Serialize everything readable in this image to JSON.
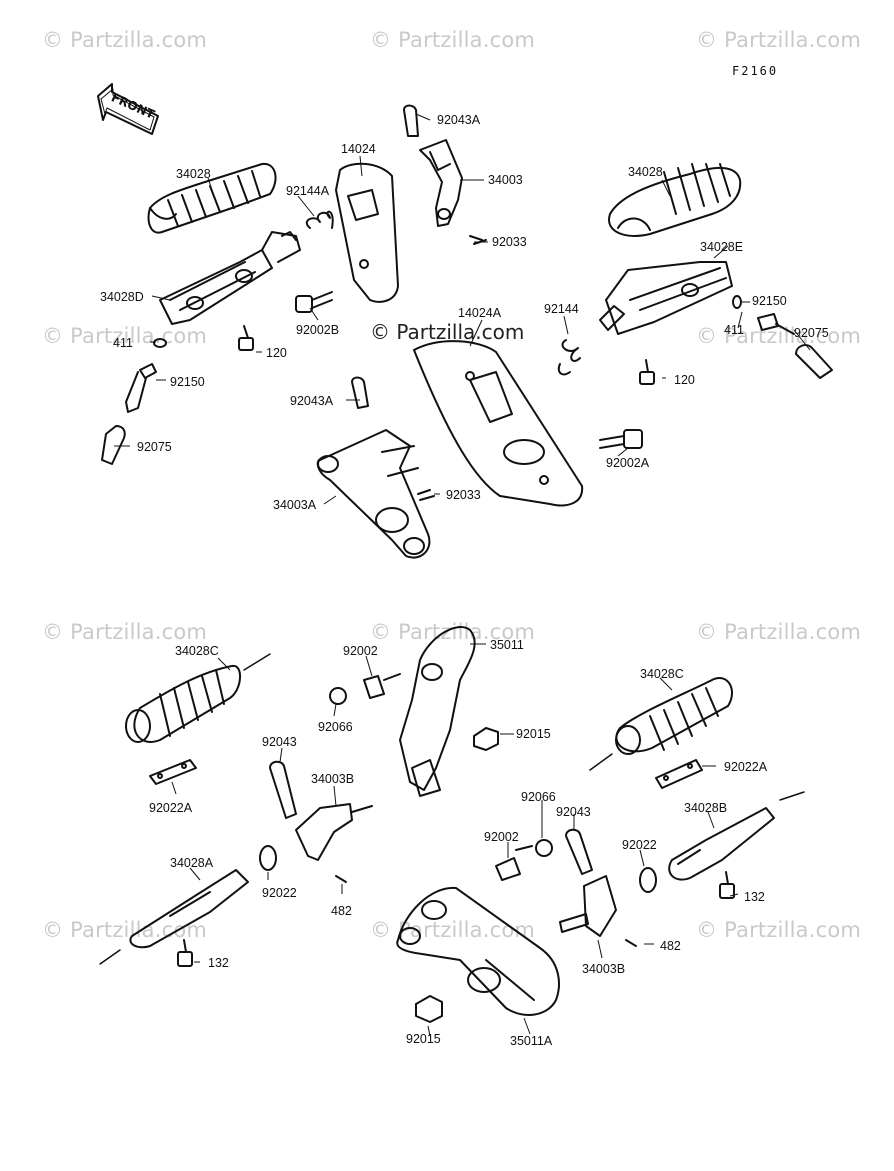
{
  "watermarks": [
    "© Partzilla.com",
    "© Partzilla.com",
    "© Partzilla.com",
    "© Partzilla.com",
    "© Partzilla.com",
    "© Partzilla.com",
    "© Partzilla.com",
    "© Partzilla.com",
    "© Partzilla.com",
    "© Partzilla.com",
    "© Partzilla.com"
  ],
  "center_watermark": "© Partzilla.com",
  "figure_code": "F2160",
  "front_label": "FRONT",
  "labels": {
    "l01": "92043A",
    "l02": "14024",
    "l03": "34003",
    "l04": "34028",
    "l05": "92144A",
    "l06": "92033",
    "l07": "34028D",
    "l08": "92002B",
    "l09": "411",
    "l10": "120",
    "l11": "92150",
    "l12": "92075",
    "l13": "34028",
    "l14": "34028E",
    "l15": "92144",
    "l16": "14024A",
    "l17": "92150",
    "l18": "411",
    "l19": "92075",
    "l20": "120",
    "l21": "92043A",
    "l22": "92002A",
    "l23": "92033",
    "l24": "34003A",
    "l25": "34028C",
    "l26": "35011",
    "l27": "92002",
    "l28": "92066",
    "l29": "92015",
    "l30": "92043",
    "l31": "34003B",
    "l32": "34028C",
    "l33": "92022A",
    "l34": "92022A",
    "l35": "92066",
    "l36": "92043",
    "l37": "92002",
    "l38": "92022",
    "l39": "34028B",
    "l40": "34028A",
    "l41": "92022",
    "l42": "482",
    "l43": "132",
    "l44": "132",
    "l45": "482",
    "l46": "34003B",
    "l47": "92015",
    "l48": "35011A"
  }
}
